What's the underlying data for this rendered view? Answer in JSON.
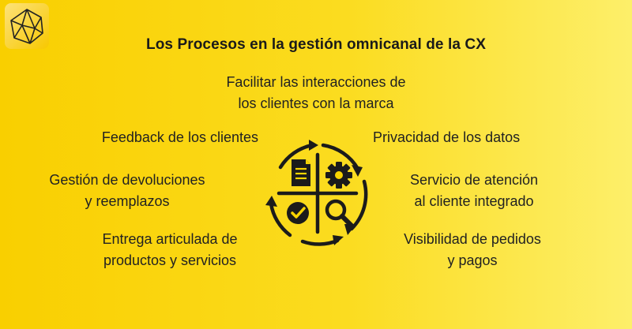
{
  "title": "Los Procesos en la gestión omnicanal de la CX",
  "top_item": "Facilitar las interacciones de\nlos clientes con la marca",
  "left_items": [
    "Feedback de los clientes",
    "Gestión de devoluciones\ny reemplazos",
    "Entrega articulada de\nproductos y servicios"
  ],
  "right_items": [
    "Privacidad de los datos",
    "Servicio de atención\nal cliente integrado",
    "Visibilidad de pedidos\ny pagos"
  ],
  "colors": {
    "background_start": "#f9cf00",
    "background_end": "#fdef6a",
    "text": "#222222",
    "icon": "#1b1b1b"
  },
  "icons": [
    "geometric-logo-icon",
    "process-cycle-icon",
    "document-icon",
    "gear-icon",
    "checkmark-icon",
    "magnifier-icon"
  ]
}
